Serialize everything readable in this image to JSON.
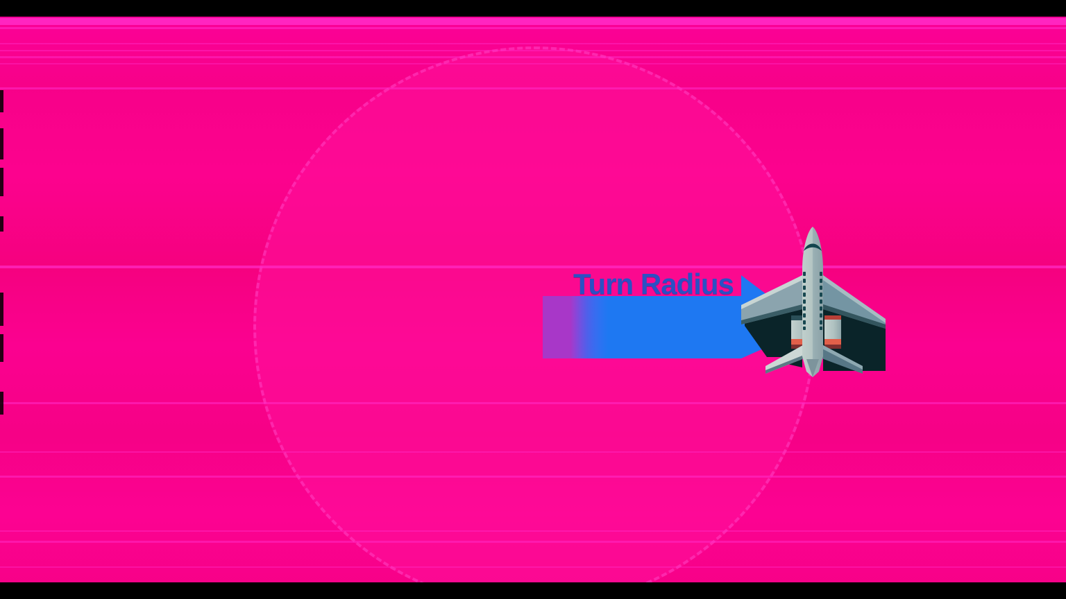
{
  "scene": {
    "type": "video-frame-diagram",
    "label": "Turn Radius",
    "colors": {
      "letterbox": "#000000",
      "field_pink": "#f80189",
      "circle_pink": "#ff0a96",
      "stripe_magenta": "#ff2cc8",
      "arrow_blue": "#1e78f2",
      "arrow_purple": "#a837c8",
      "label_color": "#2b50c4",
      "plane_body": "#b7c9c6",
      "plane_dark_teal": "#16454d",
      "engine_flame_orange": "#e2604a",
      "engine_flame_dark_red": "#7e2f2f",
      "shadow_dark": "#0a2429"
    },
    "elements": {
      "airplane": "airplane-top-view-icon",
      "radius_arrow": "arrow-from-turn-center-to-airplane",
      "turn_circle": "large-dashed-pink-circle",
      "letterbox_bars": "black-bars-top-and-bottom"
    }
  }
}
